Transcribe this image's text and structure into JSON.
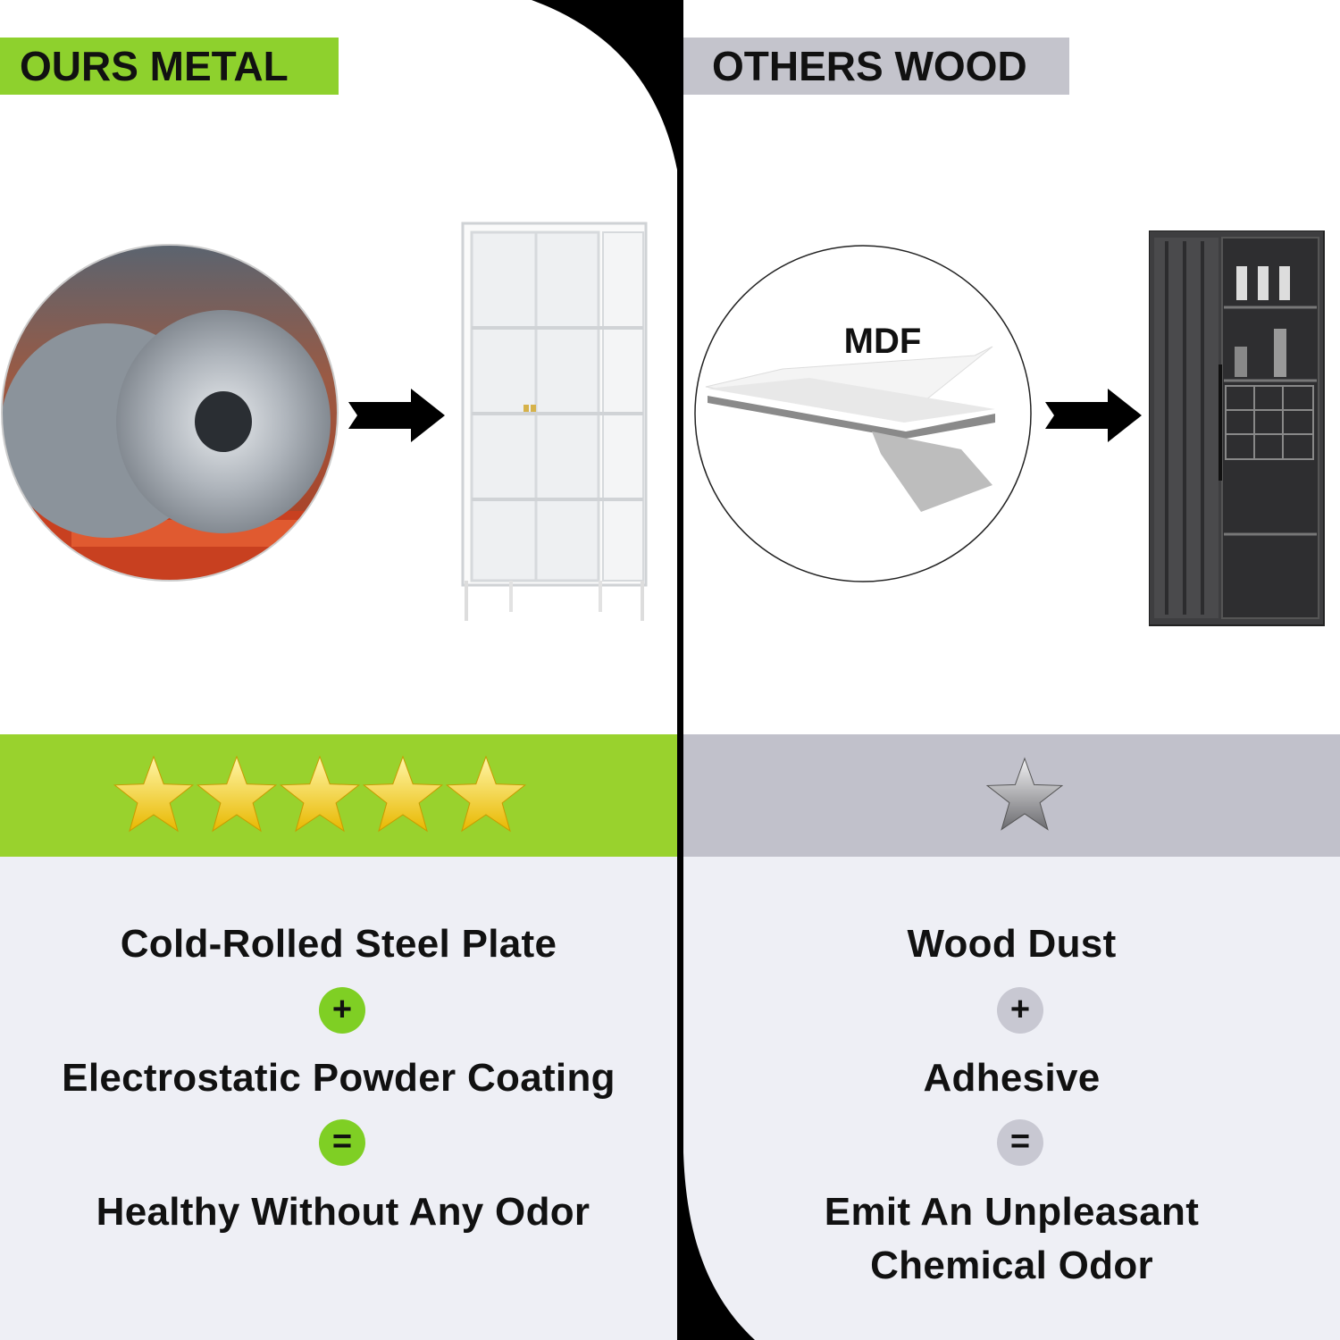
{
  "left": {
    "title": "OURS METAL",
    "stars": 5,
    "feature1": "Cold-Rolled Steel Plate",
    "op1": "+",
    "feature2": "Electrostatic Powder Coating",
    "op2": "=",
    "result": "Healthy Without Any Odor"
  },
  "right": {
    "title": "OTHERS WOOD",
    "stars": 1,
    "mdf_label": "MDF",
    "feature1": "Wood Dust",
    "op1": "+",
    "feature2": "Adhesive",
    "op2": "=",
    "result_line1": "Emit An Unpleasant",
    "result_line2": "Chemical Odor"
  },
  "colors": {
    "green": "#99d22d",
    "grey": "#c1c1cb",
    "panel": "#eeeff5",
    "divider": "#000000"
  }
}
